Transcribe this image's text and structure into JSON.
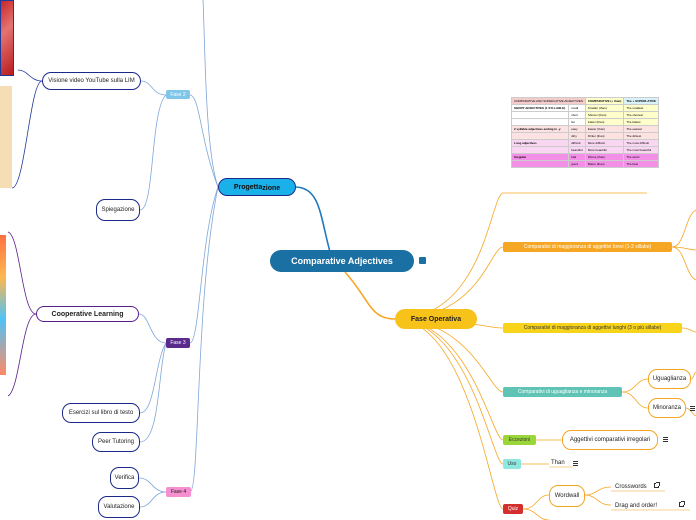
{
  "root": {
    "label": "Comparative Adjectives"
  },
  "progettazione": {
    "label_a": "Progetta",
    "label_b": "zione"
  },
  "fase_operativa": {
    "label": "Fase Operativa"
  },
  "fasi": {
    "fase2": "Fase 2",
    "fase3": "Fase 3",
    "fase4": "Fase 4"
  },
  "left_nodes": {
    "youtube": "Visione video YouTube sulla LIM",
    "spiegazione": "Spiegazione",
    "cooperative": "Cooperative Learning",
    "esercizi": "Esercizi sul libro di testo",
    "peer": "Peer Tutoring",
    "verifica": "Verifica",
    "valutazione": "Valutazione"
  },
  "right_nodes": {
    "comp_brevi": "Comparativi di maggioranza di aggettivi brevi (1-2 sillabe)",
    "comp_lunghi": "Comparativi di maggioranza di aggettivi lunghi (3 o più sillabe)",
    "comp_ugua": "Comparativi di uguaglianza e minoranza",
    "uguaglianza": "Uguaglianza",
    "minoranza": "Minoranza",
    "eccezioni": "Eccezioni",
    "irregolari": "Aggettivi comparativi irregolari",
    "uso": "Uso",
    "than": "Than",
    "quiz": "Quiz",
    "wordwall": "Wordwall",
    "crosswords": "Crosswords",
    "drag": "Drag and order!"
  },
  "table": {
    "title": "COMPARATIVE AND SUPERLATIVE ADJECTIVES",
    "header": [
      "",
      "",
      "COMPARATIVE (+ than)",
      "The + SUPERLATIVE"
    ],
    "rows": [
      [
        "SHORT ADJECTIVES (1 SYLLABLE)",
        "small",
        "Smaller (than)",
        "The smallest"
      ],
      [
        "",
        "short",
        "Shorter (than)",
        "The shortest"
      ],
      [
        "",
        "fat",
        "Fatter (than)",
        "The fattest"
      ],
      [
        "2 syllable adjectives ending in -y",
        "easy",
        "Easier (than)",
        "The easiest"
      ],
      [
        "",
        "dirty",
        "Dirtier (than)",
        "The dirtiest"
      ],
      [
        "Long adjectives",
        "difficult",
        "More difficult",
        "The most difficult"
      ],
      [
        "",
        "beautiful",
        "More beautiful",
        "The most beautiful"
      ],
      [
        "Irregular",
        "bad",
        "Worse (than)",
        "The worst"
      ],
      [
        "",
        "good",
        "Better (than)",
        "The best"
      ]
    ]
  },
  "colors": {
    "root": "#1a6fa3",
    "progettazione": "#1ab0ea",
    "fase_operativa": "#f7c21a",
    "blue_branch": "#1f77c0",
    "orange_branch": "#f5a623",
    "fase2": "#7fc6e8",
    "fase3": "#5a2a8c",
    "fase4": "#f58fd0"
  }
}
